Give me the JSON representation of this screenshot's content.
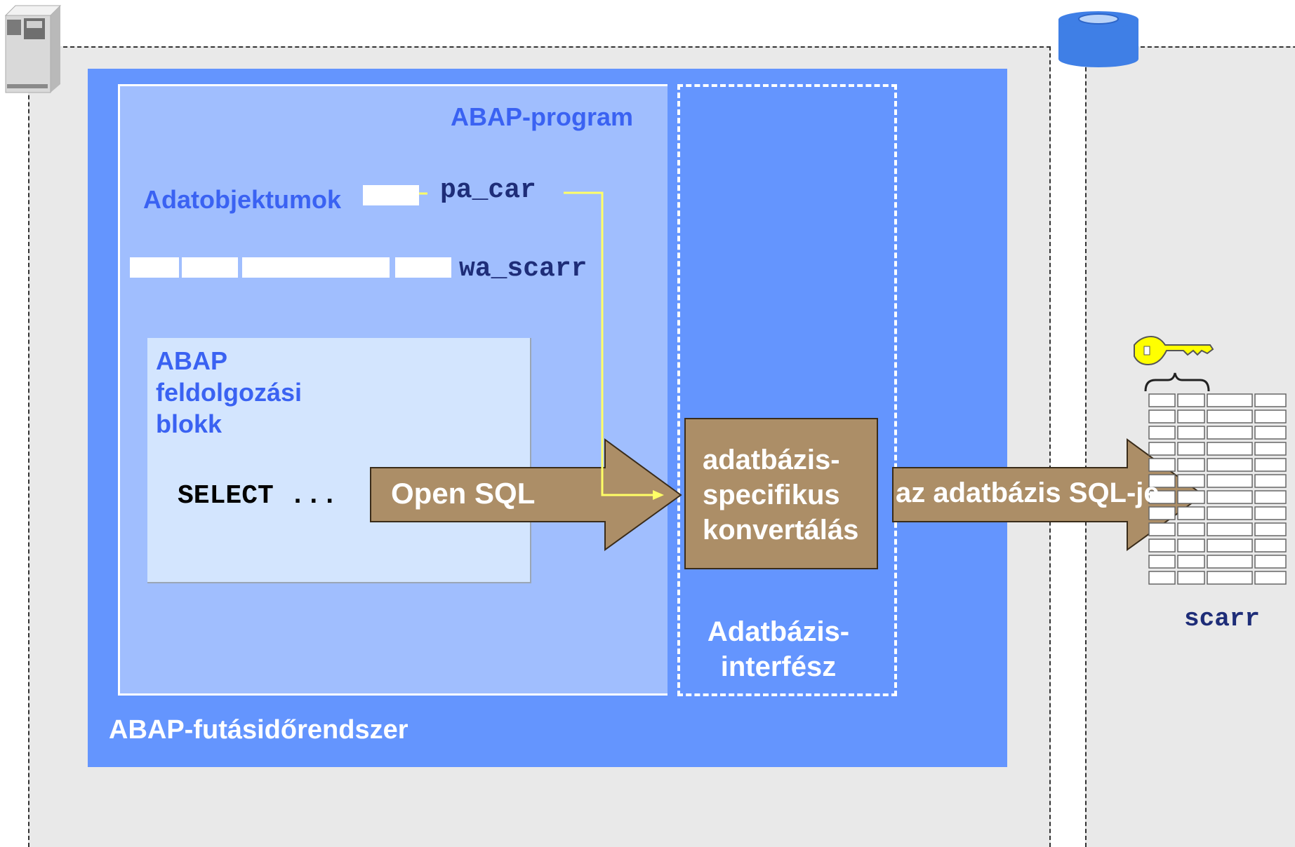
{
  "labels": {
    "abap_program": "ABAP-program",
    "data_objects": "Adatobjektumok",
    "pa_car": "pa_car",
    "wa_scarr": "wa_scarr",
    "processing_block_line1": "ABAP",
    "processing_block_line2": "feldolgozási",
    "processing_block_line3": "blokk",
    "select_statement": "SELECT ...",
    "open_sql": "Open SQL",
    "conversion_line1": "adatbázis-",
    "conversion_line2": "specifikus",
    "conversion_line3": "konvertálás",
    "db_interface_line1": "Adatbázis-",
    "db_interface_line2": "interfész",
    "db_sql": "az adatbázis SQL-je",
    "runtime": "ABAP-futásidőrendszer",
    "table_name": "scarr"
  },
  "icons": {
    "server": "server-icon",
    "database": "database-icon",
    "key": "key-icon",
    "table": "table-icon"
  },
  "colors": {
    "runtime_blue": "#6495fe",
    "program_blue": "#a0befe",
    "block_blue": "#d3e5fe",
    "label_blue": "#3a62f2",
    "arrow_brown": "#ac8e67",
    "link_yellow": "#ffff66",
    "key_yellow": "#ffff00",
    "table_name_navy": "#1e2d78"
  }
}
